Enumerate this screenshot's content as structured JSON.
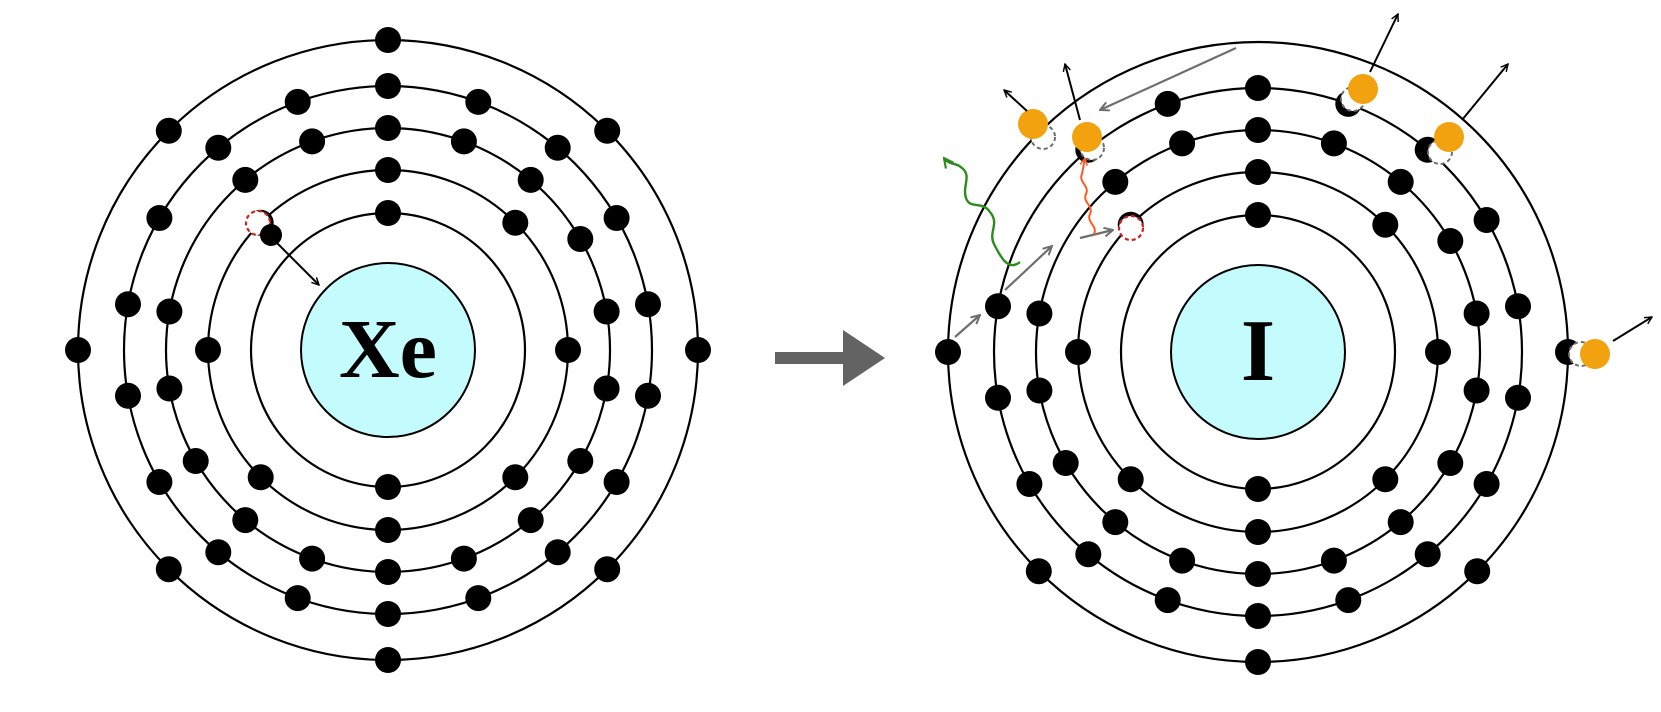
{
  "atoms": [
    {
      "id": "xe",
      "symbol": "Xe",
      "nucleus_color": "#c4fcfd",
      "shell_electron_counts": [
        2,
        8,
        18,
        18,
        8
      ]
    },
    {
      "id": "i",
      "symbol": "I",
      "nucleus_color": "#c4fcfd",
      "shell_electron_counts": [
        2,
        8,
        18,
        18,
        8
      ]
    }
  ],
  "colors": {
    "electron": "#000000",
    "shell": "#000000",
    "ejected_electron": "#f2a10f",
    "vacancy": "#c8261e",
    "transition_arrow": "#6e6e6e",
    "photon": "#2e8b1e",
    "auger_transition": "#ff5a1e",
    "process_arrow": "#636363"
  },
  "icons": [
    "process-arrow-icon",
    "photon-wave-icon",
    "auger-wave-icon"
  ]
}
